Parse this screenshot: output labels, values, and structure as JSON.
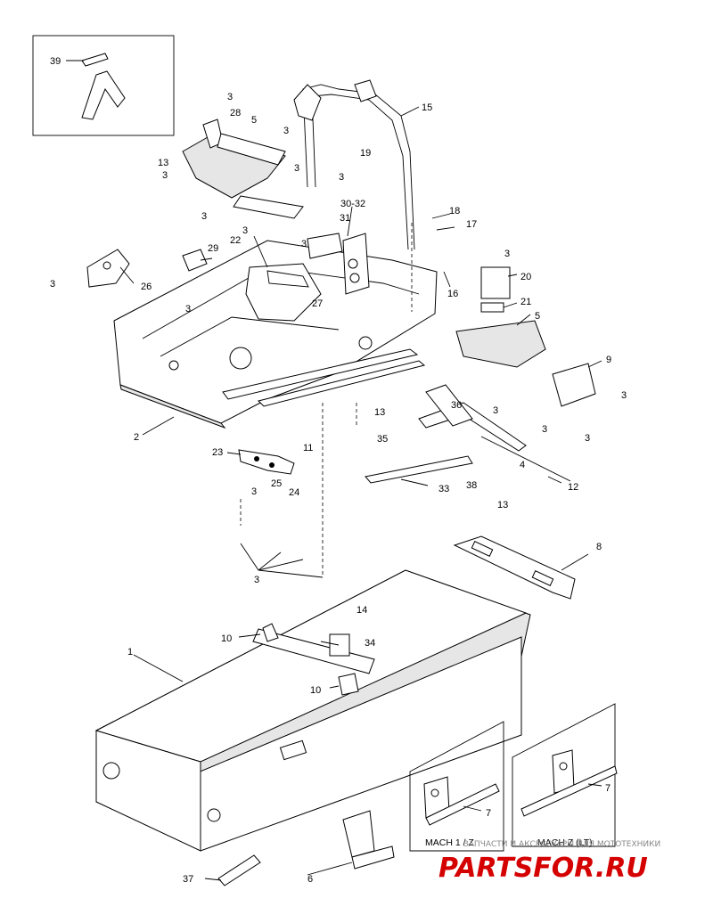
{
  "labels": {
    "l1": "1",
    "l2": "2",
    "l3": "3",
    "l4": "4",
    "l5": "5",
    "l6": "6",
    "l7": "7",
    "l8": "8",
    "l9": "9",
    "l10": "10",
    "l11": "11",
    "l12": "12",
    "l13": "13",
    "l14": "14",
    "l15": "15",
    "l16": "16",
    "l17": "17",
    "l18": "18",
    "l19": "19",
    "l20": "20",
    "l21": "21",
    "l22": "22",
    "l23": "23",
    "l24": "24",
    "l25": "25",
    "l26": "26",
    "l27": "27",
    "l28": "28",
    "l29": "29",
    "l30_32": "30-32",
    "l31": "31",
    "l33": "33",
    "l34": "34",
    "l35": "35",
    "l36": "36",
    "l37": "37",
    "l38": "38",
    "l39": "39"
  },
  "inset_captions": {
    "mach1": "MACH 1 / Z",
    "machz_lt": "MACH Z (LT)"
  },
  "watermark": {
    "brand": "PARTSFOR.RU",
    "tagline": "ЗАПЧАСТИ И АКСЕССУАРЫ ДЛЯ МОТОТЕХНИКИ",
    "color": "#d50000"
  },
  "icons": {
    "detail-box": "rectangle-frame"
  }
}
